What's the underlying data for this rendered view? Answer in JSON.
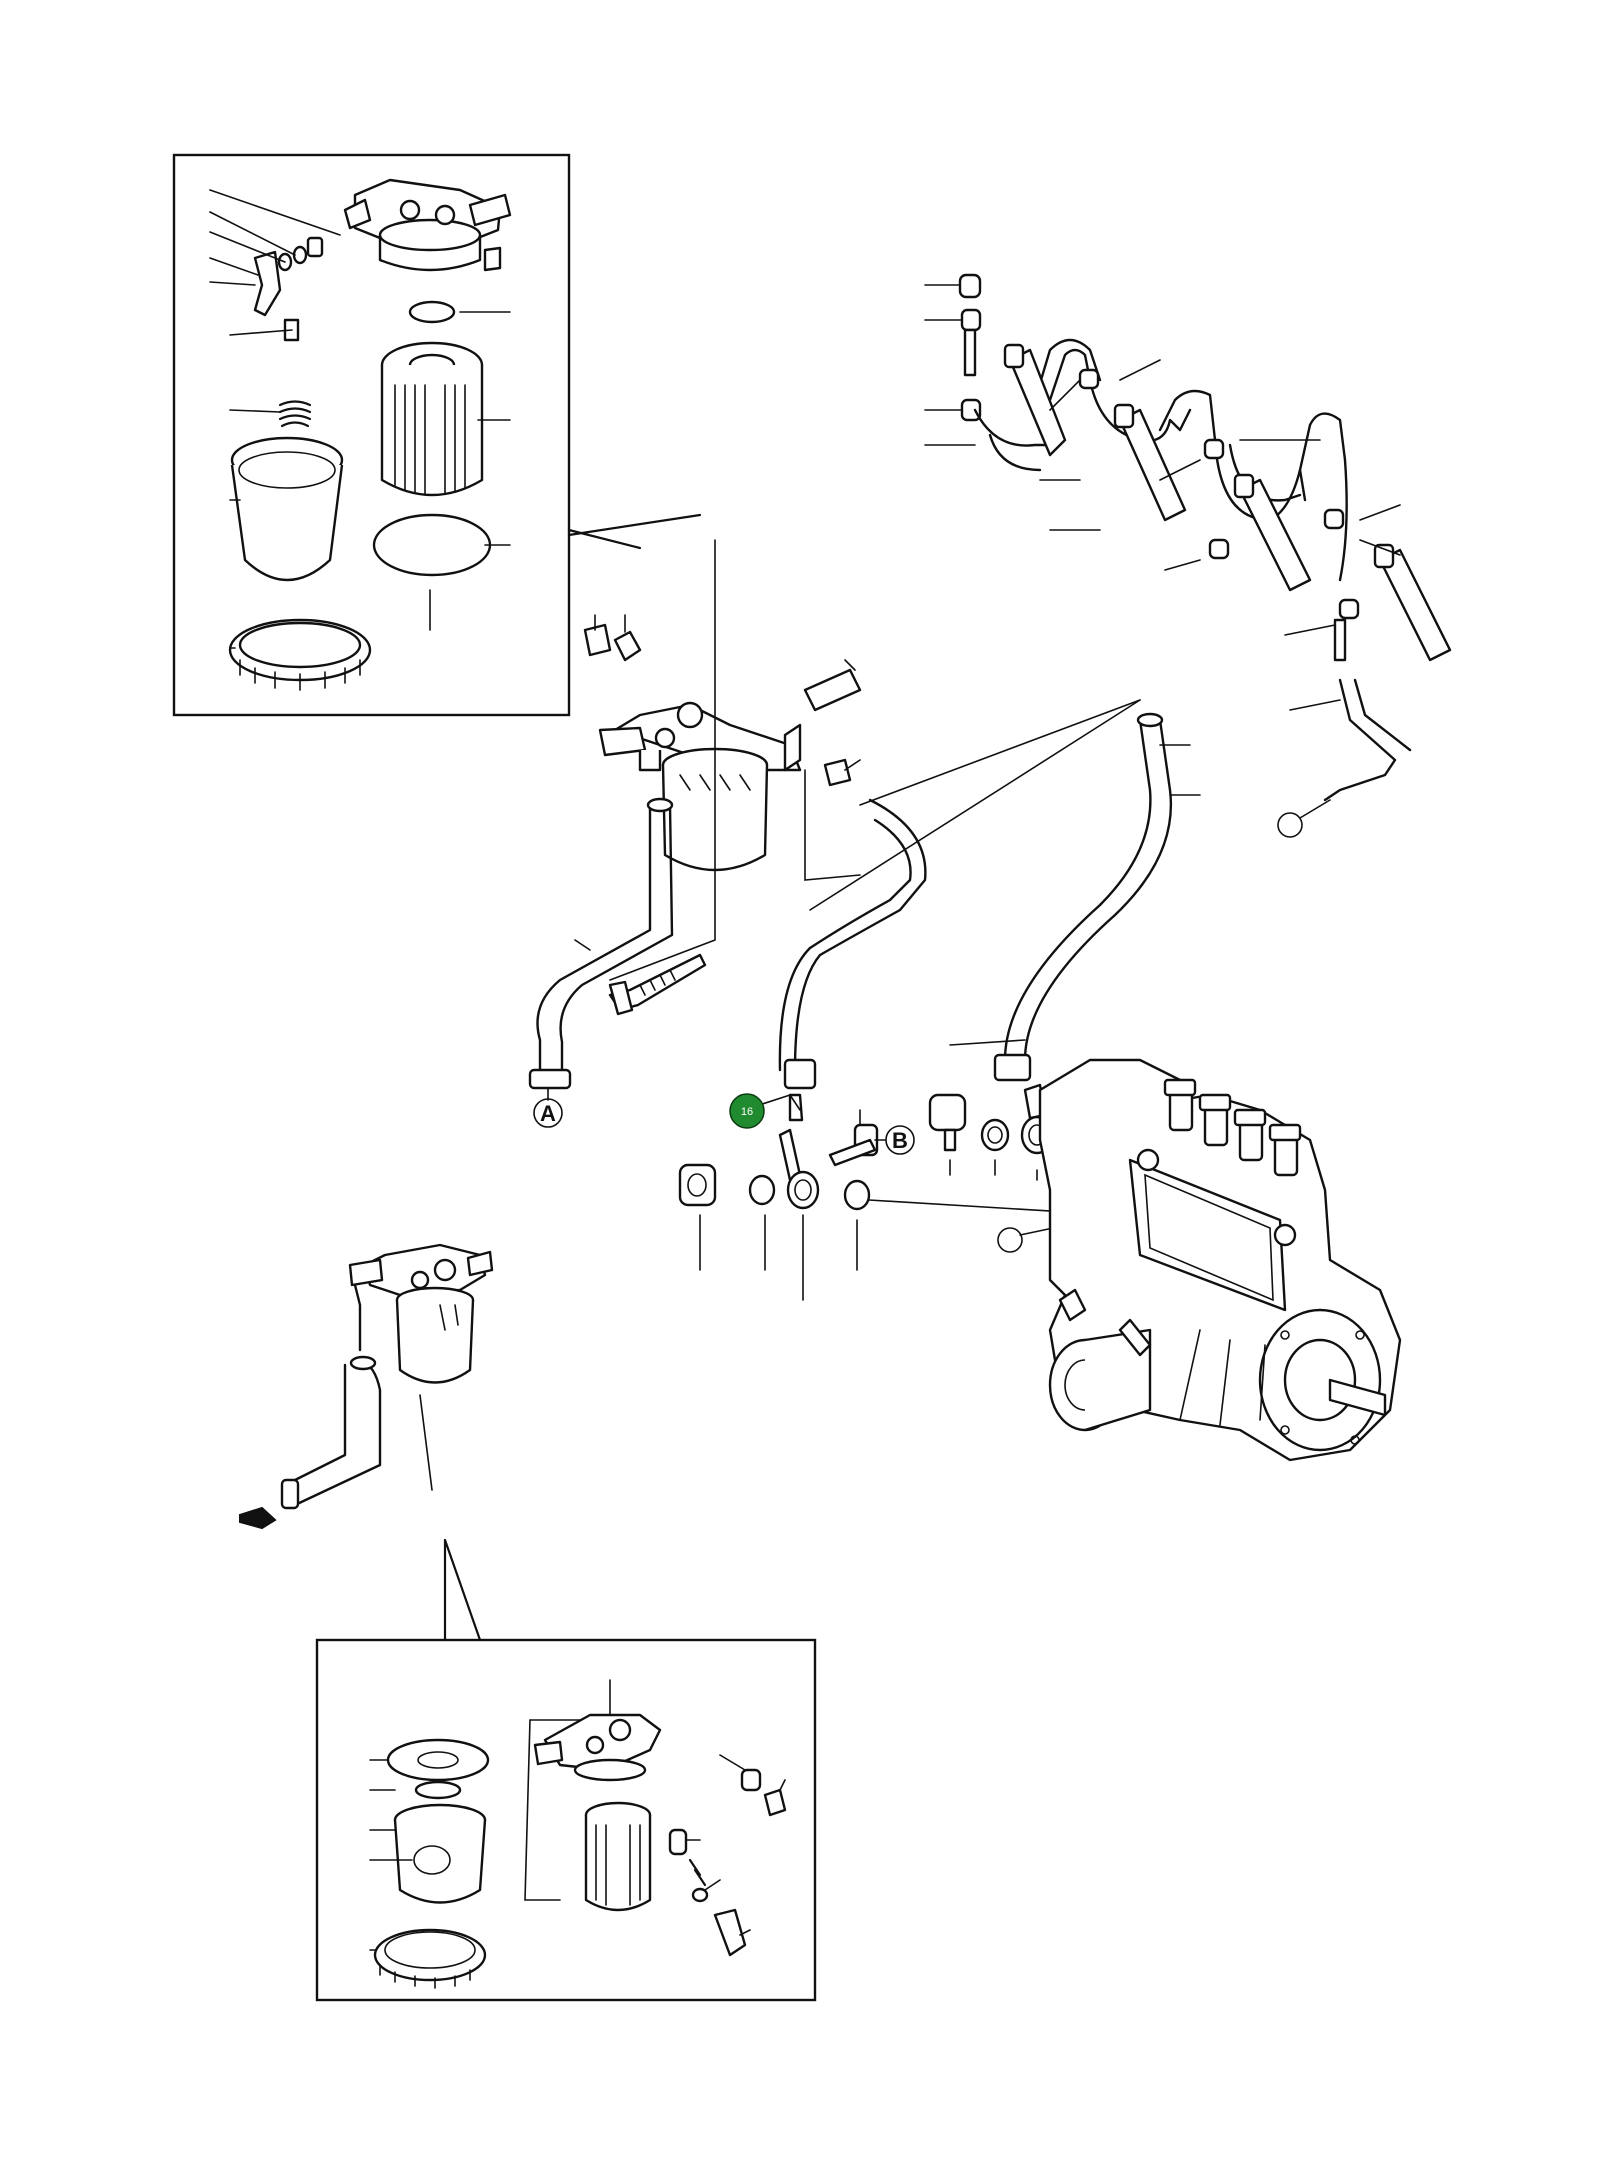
{
  "callouts": {
    "a": "A",
    "b": "B"
  },
  "hotspot": {
    "label": "16",
    "color": "#1f8a2e"
  },
  "colors": {
    "line": "#111111",
    "background": "#ffffff"
  },
  "icons": {
    "flow_arrow": "arrow-right-icon"
  }
}
